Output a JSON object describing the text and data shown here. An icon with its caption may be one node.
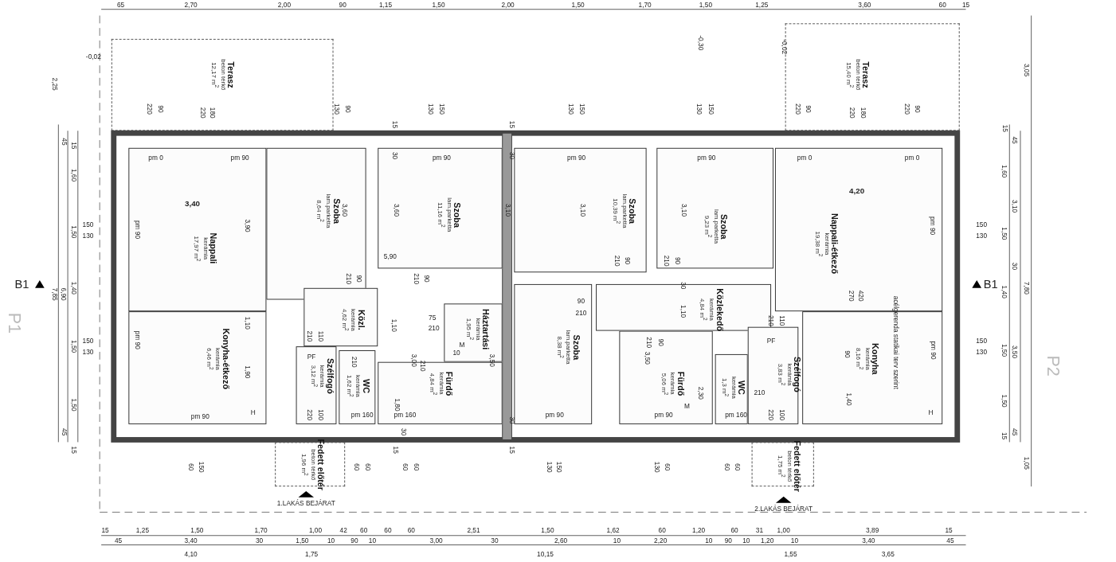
{
  "diagram": {
    "nodes": [
      {
        "text": [
          "Terasz",
          "beton térkő",
          "12,17 m$^{2}$"
        ]
      },
      {
        "text": [
          "Terasz",
          "beton térkő",
          "15,40 m$^{2}$"
        ]
      },
      {
        "text": [
          "Nappali",
          "kerámia",
          "17,97 m$^{2}$"
        ]
      },
      {
        "text": [
          "Konyha-étkező",
          "kerámia",
          "6,46 m$^{2}$"
        ]
      },
      {
        "text": [
          "Szoba",
          "lam.parketta",
          "8,64 m$^{2}$"
        ]
      },
      {
        "text": [
          "Szoba",
          "lam.parketta",
          "11,16 m$^{2}$"
        ]
      },
      {
        "text": [
          "Szoba",
          "lam.parketta",
          "10,39 m$^{2}$"
        ]
      },
      {
        "text": [
          "Szoba",
          "lam.parketta",
          "9,23 m$^{2}$"
        ]
      },
      {
        "text": [
          "Nappali-étkező",
          "kerámia",
          "19,38 m$^{2}$"
        ]
      },
      {
        "text": [
          "Konyha",
          "kerámia",
          "8,16 m$^{2}$"
        ]
      },
      {
        "text": [
          "Közl.",
          "kerámia",
          "4,62 m$^{2}$"
        ]
      },
      {
        "text": [
          "Háztartási",
          "kerámia",
          "1,95 m$^{2}$"
        ]
      },
      {
        "text": [
          "Szélfogó",
          "kerámia",
          "3,12 m$^{2}$"
        ]
      },
      {
        "text": [
          "WC",
          "kerámia",
          "1,62 m$^{2}$"
        ]
      },
      {
        "text": [
          "Fürdő",
          "kerámia",
          "4,84 m$^{2}$"
        ]
      },
      {
        "text": [
          "Szoba",
          "lam.parketta",
          "8,38 m$^{2}$"
        ]
      },
      {
        "text": [
          "Közlekedő",
          "kerámia",
          "4,84 m$^{2}$"
        ]
      },
      {
        "text": [
          "Fürdő",
          "kerámia",
          "5,06 m$^{2}$"
        ]
      },
      {
        "text": [
          "WC",
          "kerámia",
          "1,3 m$^{2}$"
        ]
      },
      {
        "text": [
          "Szélfogó",
          "kerámia",
          "3,83 m$^{2}$"
        ]
      },
      {
        "text": [
          "Fedett előtér",
          "beton térkő",
          "1,96 m$^{2}$"
        ]
      },
      {
        "text": [
          "Fedett előtér",
          "beton térkő",
          "1,75 m$^{2}$"
        ]
      }
    ],
    "labels": [
      "65",
      "2,70",
      "2,00",
      "90",
      "1,15",
      "1,50",
      "2,00",
      "1,50",
      "1,70",
      "1,50",
      "1,25",
      "3,60",
      "60",
      "15",
      "-0,02",
      "-0,30",
      "-0,02",
      "220",
      "90",
      "220",
      "180",
      "130",
      "90",
      "130",
      "150",
      "130",
      "150",
      "130",
      "150",
      "220",
      "90",
      "220",
      "180",
      "220",
      "90",
      "2,25",
      "15",
      "45",
      "1,60",
      "1,50",
      "1,40",
      "1,50",
      "1,50",
      "45",
      "15",
      "7,85",
      "6,90",
      "150",
      "130",
      "150",
      "130",
      "B1",
      "B1",
      "P1",
      "P2",
      "3,05",
      "15",
      "45",
      "1,60",
      "3,10",
      "1,50",
      "30",
      "1,40",
      "7,80",
      "1,50",
      "3,50",
      "1,50",
      "45",
      "15",
      "1,05",
      "150",
      "130",
      "150",
      "130",
      "3,40",
      "3,90",
      "3,60",
      "3,60",
      "5,90",
      "3,10",
      "3,10",
      "3,10",
      "4,20",
      "pm 0",
      "pm 90",
      "pm 90",
      "pm 90",
      "pm 90",
      "pm 90",
      "pm 0",
      "pm 0",
      "pm 90",
      "pm 90",
      "pm 90",
      "pm 160",
      "pm 160",
      "pm 90",
      "pm 90",
      "pm 160",
      "pm 90",
      "210",
      "90",
      "210",
      "90",
      "90",
      "210",
      "210",
      "90",
      "210",
      "90",
      "75",
      "210",
      "1,10",
      "3,00",
      "210",
      "10",
      "1,10",
      "1,90",
      "210",
      "110",
      "PF",
      "220",
      "100",
      "210",
      "1,80",
      "270",
      "420",
      "210",
      "110",
      "PF",
      "220",
      "100",
      "90",
      "1,40",
      "210",
      "1,10",
      "30",
      "2,30",
      "3,50",
      "210",
      "90",
      "3,50",
      "15",
      "15",
      "30",
      "30",
      "30",
      "15",
      "15",
      "30",
      "M",
      "M",
      "H",
      "H",
      "60",
      "150",
      "60",
      "60",
      "60",
      "60",
      "130",
      "150",
      "130",
      "60",
      "60",
      "60",
      "acélgerenda statikai terv szerint",
      "1.LAKÁS BEJÁRAT",
      "2.LAKÁS BEJÁRAT",
      "15",
      "1,25",
      "1,50",
      "1,70",
      "1,00",
      "42",
      "60",
      "60",
      "60",
      "2,51",
      "1,50",
      "1,62",
      "60",
      "1,20",
      "60",
      "31",
      "1,00",
      "3,89",
      "15",
      "45",
      "3,40",
      "30",
      "1,50",
      "10",
      "90",
      "10",
      "3,00",
      "30",
      "2,60",
      "10",
      "2,20",
      "10",
      "90",
      "10",
      "1,20",
      "10",
      "3,40",
      "45",
      "4,10",
      "1,75",
      "10,15",
      "1,55",
      "3,65"
    ]
  }
}
